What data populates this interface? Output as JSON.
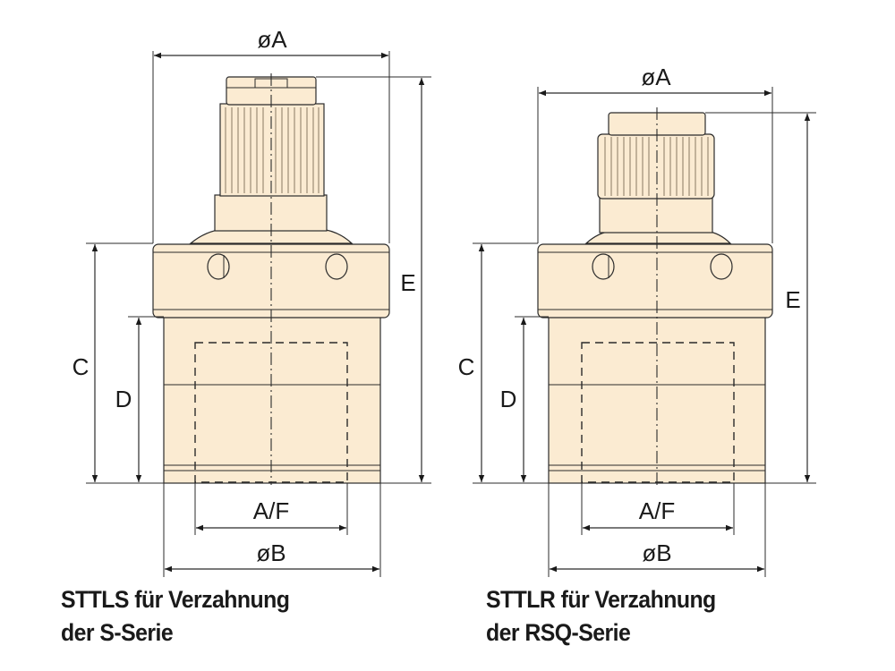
{
  "diagram": {
    "left_part": {
      "dim_top": "øA",
      "dim_right": "E",
      "dim_left_outer": "C",
      "dim_left_inner": "D",
      "dim_bottom_inner": "A/F",
      "dim_bottom_outer": "øB",
      "caption_line1": "STTLS für Verzahnung",
      "caption_line2": "der S-Serie"
    },
    "right_part": {
      "dim_top": "øA",
      "dim_right": "E",
      "dim_left_outer": "C",
      "dim_left_inner": "D",
      "dim_bottom_inner": "A/F",
      "dim_bottom_outer": "øB",
      "caption_line1": "STTLR für Verzahnung",
      "caption_line2": "der RSQ-Serie"
    }
  },
  "colors": {
    "part_fill": "#fbebd2",
    "line": "#2b2b2b"
  }
}
